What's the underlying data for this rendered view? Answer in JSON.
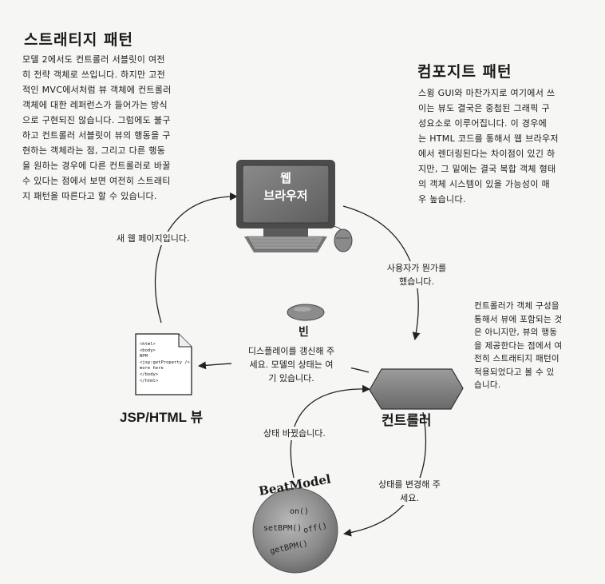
{
  "strategy": {
    "title": "스트래티지 패턴",
    "lines": [
      "모델 2에서도 컨트롤러 서블릿이 여전",
      "히 전략 객체로 쓰입니다. 하지만 고전",
      "적인 MVC에서처럼 뷰 객체에 컨트롤러",
      "객체에 대한 레퍼런스가 들어가는 방식",
      "으로 구현되진 않습니다. 그럼에도 불구",
      "하고 컨트롤러 서블릿이 뷰의 행동을 구",
      "현하는 객체라는 점, 그리고 다른 행동",
      "을 원하는 경우에 다른 컨트롤러로 바꿀",
      "수 있다는 점에서 보면 여전히 스트래티",
      "지 패턴을 따른다고 할 수 있습니다."
    ]
  },
  "composite": {
    "title": "컴포지트 패턴",
    "lines": [
      "스윙 GUI와 마찬가지로 여기에서 쓰",
      "이는 뷰도 결국은 중첩된 그래픽 구",
      "성요소로 이루어집니다. 이 경우에",
      "는 HTML 코드를 통해서 웹 브라우저",
      "에서 렌더링된다는 차이점이 있긴 하",
      "지만, 그 밑에는 결국 복합 객체 형태",
      "의 객체 시스템이 있을 가능성이 매",
      "우 높습니다."
    ]
  },
  "controller_note": {
    "lines": [
      "컨트롤러가 객체 구성을",
      "통해서 뷰에 포함되는 것",
      "은 아니지만, 뷰의 행동",
      "을 제공한다는 점에서 여",
      "전히 스트래티지 패턴이",
      "적용되었다고 볼 수 있",
      "습니다."
    ]
  },
  "browser": {
    "line1": "웹",
    "line2": "브라우저"
  },
  "bean": {
    "label": "빈"
  },
  "jsp": {
    "label": "JSP/HTML 뷰",
    "code": [
      "<html>",
      "<body>",
      "BPM",
      "<jsp:getProperty />",
      "more here",
      "</body>",
      "</html>"
    ]
  },
  "controller": {
    "label": "컨트롤러"
  },
  "model": {
    "name": "BeatModel",
    "methods": [
      "on()",
      "setBPM()",
      "off()",
      "getBPM()"
    ]
  },
  "arrows": {
    "new_page": "새 웹 페이지입니다.",
    "user_action_1": "사용자가 뭔가를",
    "user_action_2": "했습니다.",
    "display_update_1": "디스플레이를 갱신해 주",
    "display_update_2": "세요. 모델의 상태는 여",
    "display_update_3": "기 있습니다.",
    "state_changed": "상태 바뀠습니다.",
    "change_state_1": "상태를 변경해 주",
    "change_state_2": "세요."
  }
}
